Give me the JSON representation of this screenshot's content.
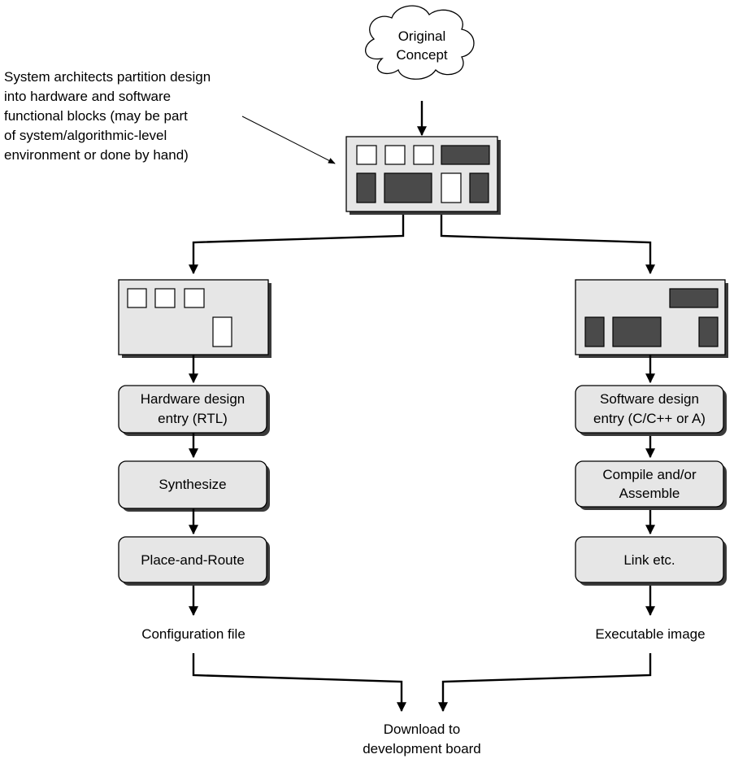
{
  "annotation": {
    "lines": [
      "System architects partition design",
      "into hardware and software",
      "functional blocks (may be part",
      "of system/algorithmic-level",
      "environment or done by hand)"
    ]
  },
  "cloud": {
    "lines": [
      "Original",
      "Concept"
    ]
  },
  "hardware": {
    "steps": [
      {
        "lines": [
          "Hardware design",
          "entry (RTL)"
        ]
      },
      {
        "lines": [
          "Synthesize"
        ]
      },
      {
        "lines": [
          "Place-and-Route"
        ]
      }
    ],
    "output": "Configuration file"
  },
  "software": {
    "steps": [
      {
        "lines": [
          "Software design",
          "entry (C/C++ or A)"
        ]
      },
      {
        "lines": [
          "Compile and/or",
          "Assemble"
        ]
      },
      {
        "lines": [
          "Link etc."
        ]
      }
    ],
    "output": "Executable image"
  },
  "final": {
    "lines": [
      "Download to",
      "development board"
    ]
  }
}
